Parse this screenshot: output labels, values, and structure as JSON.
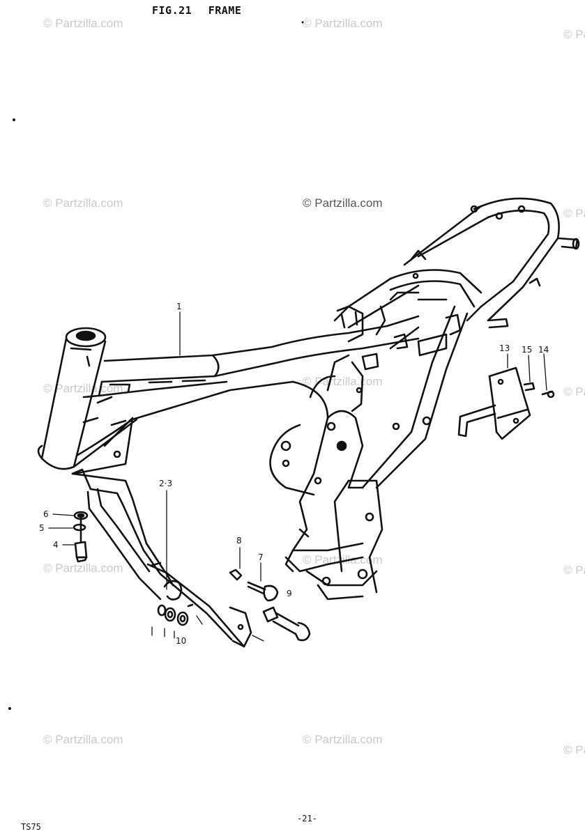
{
  "header": {
    "fig_number": "FIG.21",
    "fig_title": "FRAME"
  },
  "watermark": "© Partzilla.com",
  "callouts": {
    "c1": "1",
    "c23": "2·3",
    "c4": "4",
    "c5": "5",
    "c6": "6",
    "c7": "7",
    "c8": "8",
    "c9": "9",
    "c10": "10",
    "c13": "13",
    "c15": "15",
    "c14": "14"
  },
  "footer": {
    "model": "TS75",
    "page": "-21-"
  }
}
